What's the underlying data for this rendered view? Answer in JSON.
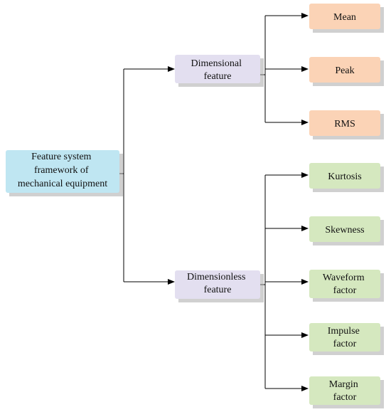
{
  "diagram": {
    "root": {
      "lines": [
        "Feature system",
        "framework of",
        "mechanical equipment"
      ]
    },
    "groups": [
      {
        "key": "dimensional",
        "lines": [
          "Dimensional",
          "feature"
        ],
        "children": [
          {
            "key": "mean",
            "lines": [
              "Mean"
            ]
          },
          {
            "key": "peak",
            "lines": [
              "Peak"
            ]
          },
          {
            "key": "rms",
            "lines": [
              "RMS"
            ]
          }
        ]
      },
      {
        "key": "dimensionless",
        "lines": [
          "Dimensionless",
          "feature"
        ],
        "children": [
          {
            "key": "kurtosis",
            "lines": [
              "Kurtosis"
            ]
          },
          {
            "key": "skewness",
            "lines": [
              "Skewness"
            ]
          },
          {
            "key": "waveform",
            "lines": [
              "Waveform",
              "factor"
            ]
          },
          {
            "key": "impulse",
            "lines": [
              "Impulse",
              "factor"
            ]
          },
          {
            "key": "margin",
            "lines": [
              "Margin",
              "factor"
            ]
          }
        ]
      }
    ],
    "colors": {
      "root_fill": "#bfe6f2",
      "group_fill": "#e3dff0",
      "dimensional_leaf_fill": "#fbd3b6",
      "dimensionless_leaf_fill": "#d5e8bf",
      "line": "#000000"
    }
  }
}
